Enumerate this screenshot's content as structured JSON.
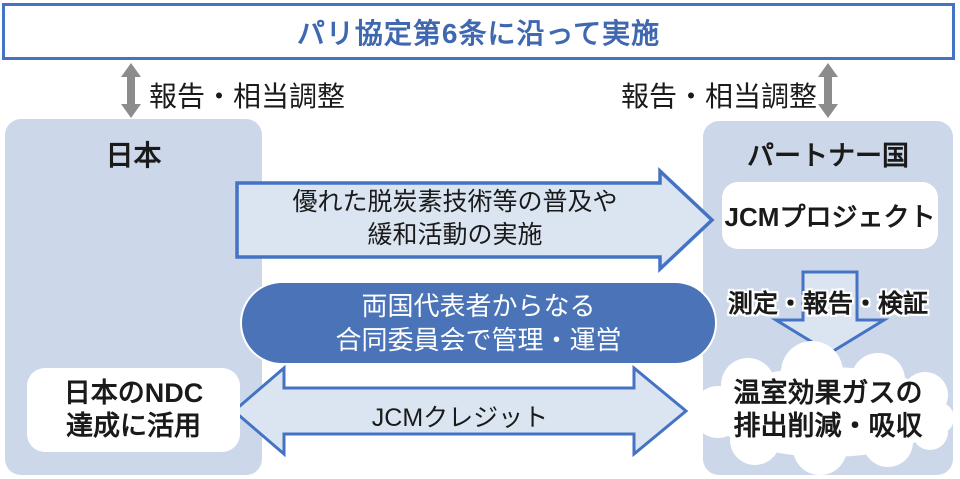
{
  "banner": {
    "title": "パリ協定第6条に沿って実施"
  },
  "adjustment_links": {
    "left_label": "報告・相当調整",
    "right_label": "報告・相当調整"
  },
  "japan_panel": {
    "title": "日本",
    "ndc_box": {
      "line1": "日本のNDC",
      "line2": "達成に活用"
    }
  },
  "partner_panel": {
    "title": "パートナー国",
    "project_box_label": "JCMプロジェクト",
    "mrv_label": "測定・報告・検証",
    "cloud": {
      "line1": "温室効果ガスの",
      "line2": "排出削減・吸収"
    }
  },
  "arrows": {
    "tech_arrow": {
      "line1": "優れた脱炭素技術等の普及や",
      "line2": "緩和活動の実施"
    },
    "credit_arrow_label": "JCMクレジット"
  },
  "committee": {
    "line1": "両国代表者からなる",
    "line2": "合同委員会で管理・運営"
  },
  "colors": {
    "accent_blue": "#4472c4",
    "banner_text_blue": "#3f68b0",
    "panel_fill": "#ccd8ea",
    "block_arrow_fill": "#dbe5f2",
    "committee_fill": "#4a73b8",
    "gray_arrow": "#8c8c8c"
  }
}
